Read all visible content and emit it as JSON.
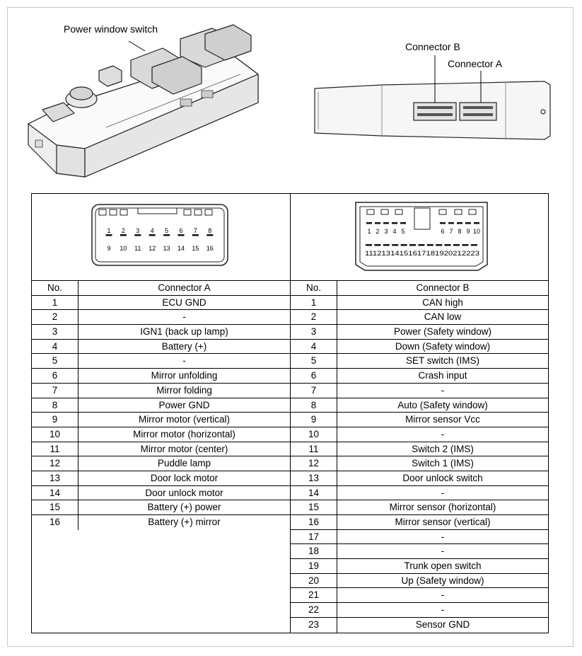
{
  "callouts": {
    "power_window_switch": "Power window switch",
    "connector_b": "Connector B",
    "connector_a": "Connector A"
  },
  "connector_a_face": {
    "top_pins": [
      "1",
      "2",
      "3",
      "4",
      "5",
      "6",
      "7",
      "8"
    ],
    "bottom_pins": [
      "9",
      "10",
      "11",
      "12",
      "13",
      "14",
      "15",
      "16"
    ]
  },
  "connector_b_face": {
    "top_pins": [
      "1",
      "2",
      "3",
      "4",
      "5",
      "6",
      "7",
      "8",
      "9",
      "10"
    ],
    "bottom_pins": "11121314151617181920212223"
  },
  "table_a": {
    "header_no": "No.",
    "header_name": "Connector A",
    "rows": [
      {
        "no": "1",
        "name": "ECU GND"
      },
      {
        "no": "2",
        "name": "-"
      },
      {
        "no": "3",
        "name": "IGN1 (back up lamp)"
      },
      {
        "no": "4",
        "name": "Battery (+)"
      },
      {
        "no": "5",
        "name": "-"
      },
      {
        "no": "6",
        "name": "Mirror unfolding"
      },
      {
        "no": "7",
        "name": "Mirror folding"
      },
      {
        "no": "8",
        "name": "Power GND"
      },
      {
        "no": "9",
        "name": "Mirror motor (vertical)"
      },
      {
        "no": "10",
        "name": "Mirror motor (horizontal)"
      },
      {
        "no": "11",
        "name": "Mirror motor (center)"
      },
      {
        "no": "12",
        "name": "Puddle lamp"
      },
      {
        "no": "13",
        "name": "Door lock motor"
      },
      {
        "no": "14",
        "name": "Door unlock motor"
      },
      {
        "no": "15",
        "name": "Battery (+) power"
      },
      {
        "no": "16",
        "name": "Battery (+) mirror"
      }
    ]
  },
  "table_b": {
    "header_no": "No.",
    "header_name": "Connector B",
    "rows": [
      {
        "no": "1",
        "name": "CAN high"
      },
      {
        "no": "2",
        "name": "CAN low"
      },
      {
        "no": "3",
        "name": "Power (Safety window)"
      },
      {
        "no": "4",
        "name": "Down (Safety window)"
      },
      {
        "no": "5",
        "name": "SET switch (IMS)"
      },
      {
        "no": "6",
        "name": "Crash input"
      },
      {
        "no": "7",
        "name": "-"
      },
      {
        "no": "8",
        "name": "Auto (Safety window)"
      },
      {
        "no": "9",
        "name": "Mirror sensor Vcc"
      },
      {
        "no": "10",
        "name": "-"
      },
      {
        "no": "11",
        "name": "Switch 2 (IMS)"
      },
      {
        "no": "12",
        "name": "Switch 1 (IMS)"
      },
      {
        "no": "13",
        "name": "Door unlock switch"
      },
      {
        "no": "14",
        "name": "-"
      },
      {
        "no": "15",
        "name": "Mirror sensor (horizontal)"
      },
      {
        "no": "16",
        "name": "Mirror sensor (vertical)"
      },
      {
        "no": "17",
        "name": "-"
      },
      {
        "no": "18",
        "name": "-"
      },
      {
        "no": "19",
        "name": "Trunk open switch"
      },
      {
        "no": "20",
        "name": "Up (Safety window)"
      },
      {
        "no": "21",
        "name": "-"
      },
      {
        "no": "22",
        "name": "-"
      },
      {
        "no": "23",
        "name": "Sensor GND"
      }
    ]
  }
}
